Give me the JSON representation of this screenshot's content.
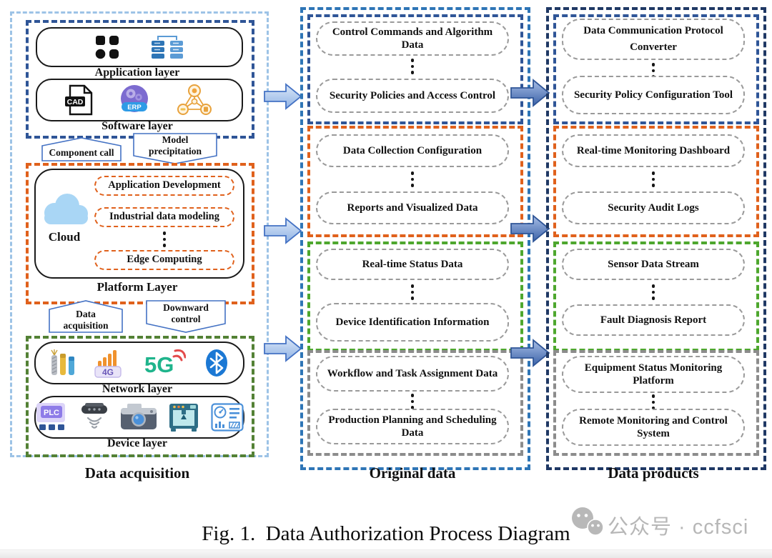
{
  "palette": {
    "outer_left": "#9DC3E6",
    "outer_mid": "#2E75B6",
    "outer_right": "#1F3864",
    "navy": "#2F5597",
    "orange": "#E0611C",
    "green": "#4EA72E",
    "green_dark": "#538135",
    "gray_group": "#8C8C8C",
    "pill_border": "#9A9A9A",
    "arrow_light": "#9CBCE8",
    "arrow_dark": "#3B62A8",
    "teal_5g": "#1FB48C",
    "red_signal": "#E34B4B",
    "bluetooth_blue": "#1B78D4"
  },
  "acquisition": {
    "column_label": "Data acquisition",
    "application_layer_label": "Application layer",
    "software_layer_label": "Software layer",
    "platform_layer_label": "Platform Layer",
    "network_layer_label": "Network layer",
    "device_layer_label": "Device layer",
    "cloud_label": "Cloud",
    "platform_pills": [
      "Application Development",
      "Industrial data modeling",
      "Edge Computing"
    ],
    "tags": {
      "component_call": "Component call",
      "model_precipitation": "Model\nprecipitation",
      "data_acquisition": "Data\nacquisition",
      "downward_control": "Downward\ncontrol"
    },
    "icon_texts": {
      "cad": "CAD",
      "erp": "ERP",
      "fourg": "4G",
      "fiveg": "5G",
      "plc": "PLC"
    }
  },
  "original": {
    "column_label": "Original data",
    "groups": [
      {
        "items": [
          "Control Commands and Algorithm Data",
          "Security Policies and Access Control"
        ]
      },
      {
        "items": [
          "Data Collection Configuration",
          "Reports and Visualized Data"
        ]
      },
      {
        "items": [
          "Real-time Status Data",
          "Device Identification Information"
        ]
      },
      {
        "items": [
          "Workflow and Task Assignment Data",
          "Production Planning and Scheduling Data"
        ]
      }
    ]
  },
  "products": {
    "column_label": "Data products",
    "groups": [
      {
        "items": [
          "Data Communication Protocol Converter",
          "Security Policy Configuration Tool"
        ]
      },
      {
        "items": [
          "Real-time Monitoring Dashboard",
          "Security Audit Logs"
        ]
      },
      {
        "items": [
          "Sensor Data Stream",
          "Fault Diagnosis Report"
        ]
      },
      {
        "items": [
          "Equipment Status Monitoring Platform",
          "Remote Monitoring and Control System"
        ]
      }
    ]
  },
  "caption": "Fig. 1.  Data Authorization Process Diagram",
  "watermark": "公众号 · ccfsci"
}
